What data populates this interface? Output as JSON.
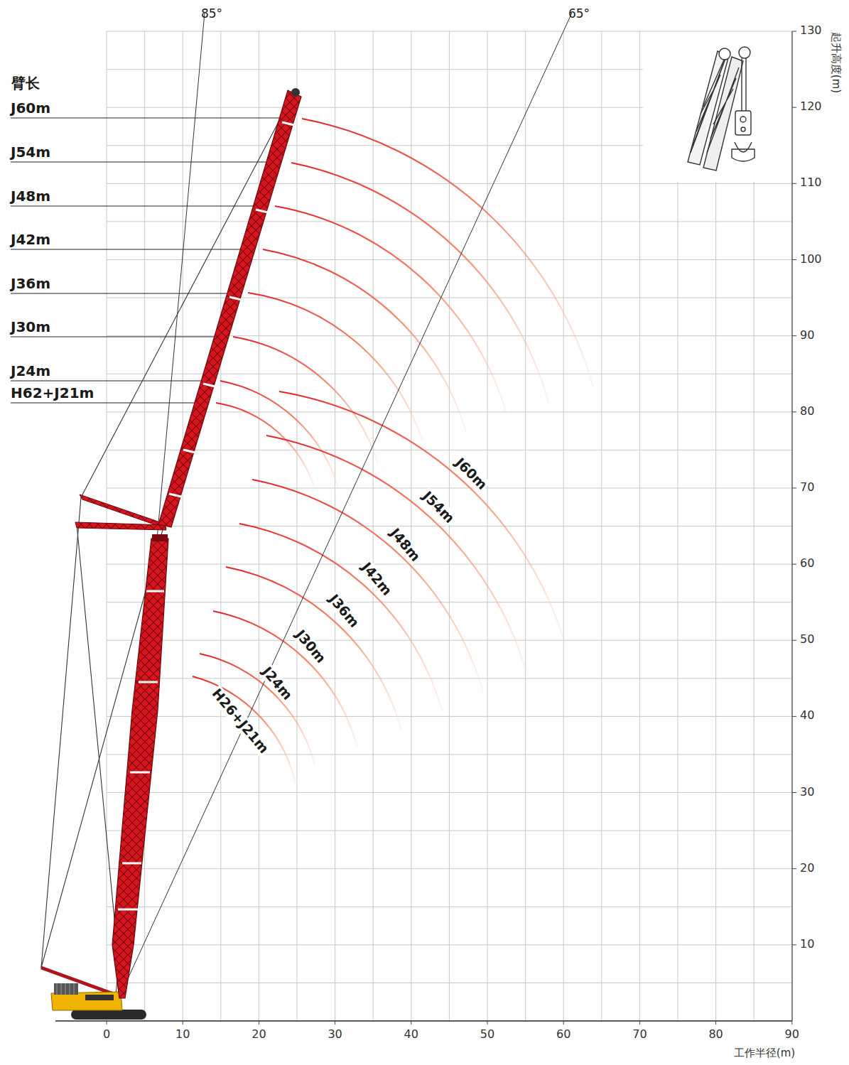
{
  "diagram": {
    "labels": [
      "85°",
      "65°",
      "臂长",
      "J60m",
      "J54m",
      "J48m",
      "J42m",
      "J36m",
      "J30m",
      "J24m",
      "H62+J21m",
      "J60m",
      "J54m",
      "J48m",
      "J42m",
      "J36m",
      "J30m",
      "J24m",
      "H26+J21m",
      "0",
      "10",
      "20",
      "30",
      "40",
      "50",
      "60",
      "70",
      "80",
      "90",
      "10",
      "20",
      "30",
      "40",
      "50",
      "60",
      "70",
      "80",
      "90",
      "100",
      "110",
      "120",
      "130",
      "工作半径(m)",
      "起升高度(m)"
    ]
  }
}
